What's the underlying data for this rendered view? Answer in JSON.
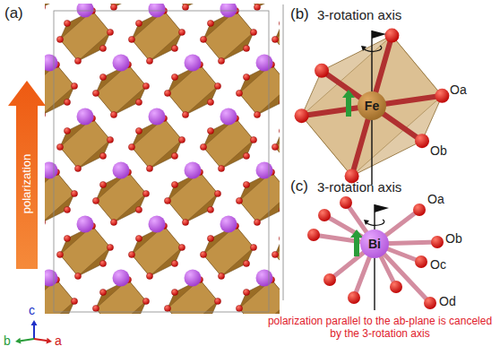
{
  "diagram": {
    "nodes": [
      {
        "text": [
          "Fe"
        ]
      },
      {
        "text": [
          "Bi"
        ]
      }
    ],
    "labels": [
      "(a)",
      "polarization",
      "c",
      "b",
      "a",
      "(b)",
      "3-rotation axis",
      "Oa",
      "Ob",
      "(c)",
      "3-rotation axis",
      "Oa",
      "Ob",
      "Oc",
      "Od",
      "polarization parallel to the ab-plane is canceled by the 3-rotation axis"
    ]
  }
}
